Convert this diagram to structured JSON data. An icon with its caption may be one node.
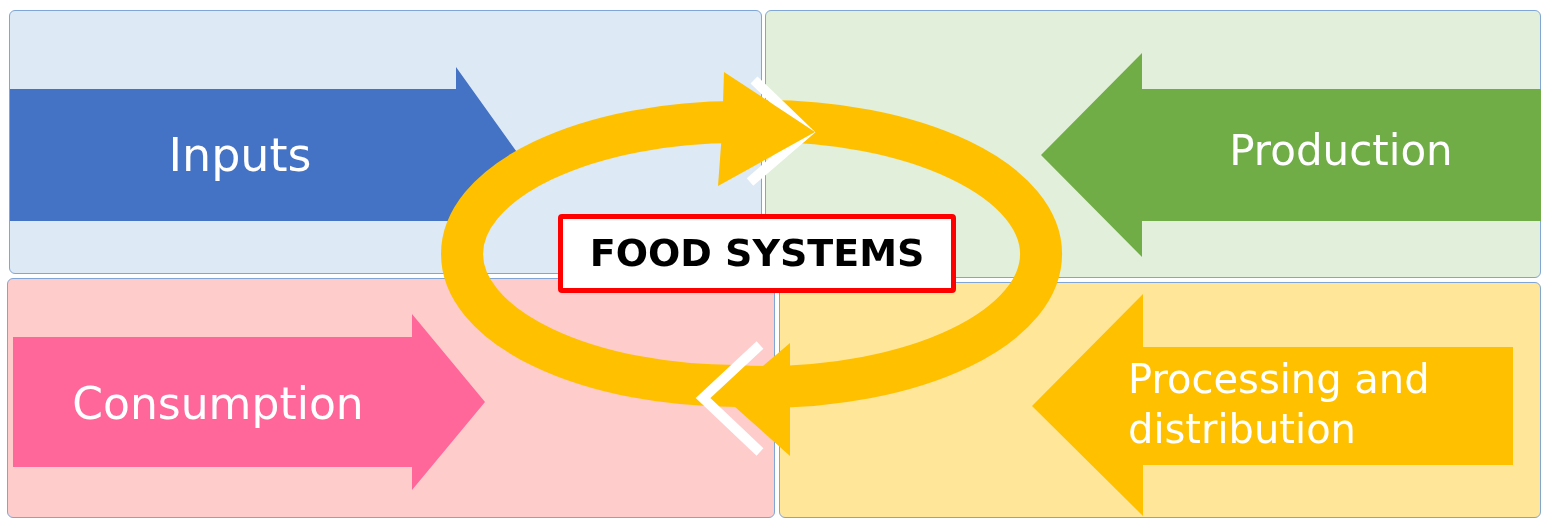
{
  "diagram": {
    "nodes": [
      {
        "text": [],
        "shape": "box"
      },
      {
        "text": [
          "Inputs"
        ],
        "in": 0
      },
      {
        "text": [],
        "shape": "box"
      },
      {
        "text": [
          "Production"
        ],
        "in": 2
      },
      {
        "text": [],
        "shape": "box"
      },
      {
        "text": [
          "Consumption"
        ],
        "in": 4
      },
      {
        "text": [],
        "shape": "box"
      },
      {
        "text": [
          "Processing and distribution"
        ],
        "in": 6
      },
      {
        "text": [
          "FOOD SYSTEMS"
        ]
      }
    ]
  }
}
